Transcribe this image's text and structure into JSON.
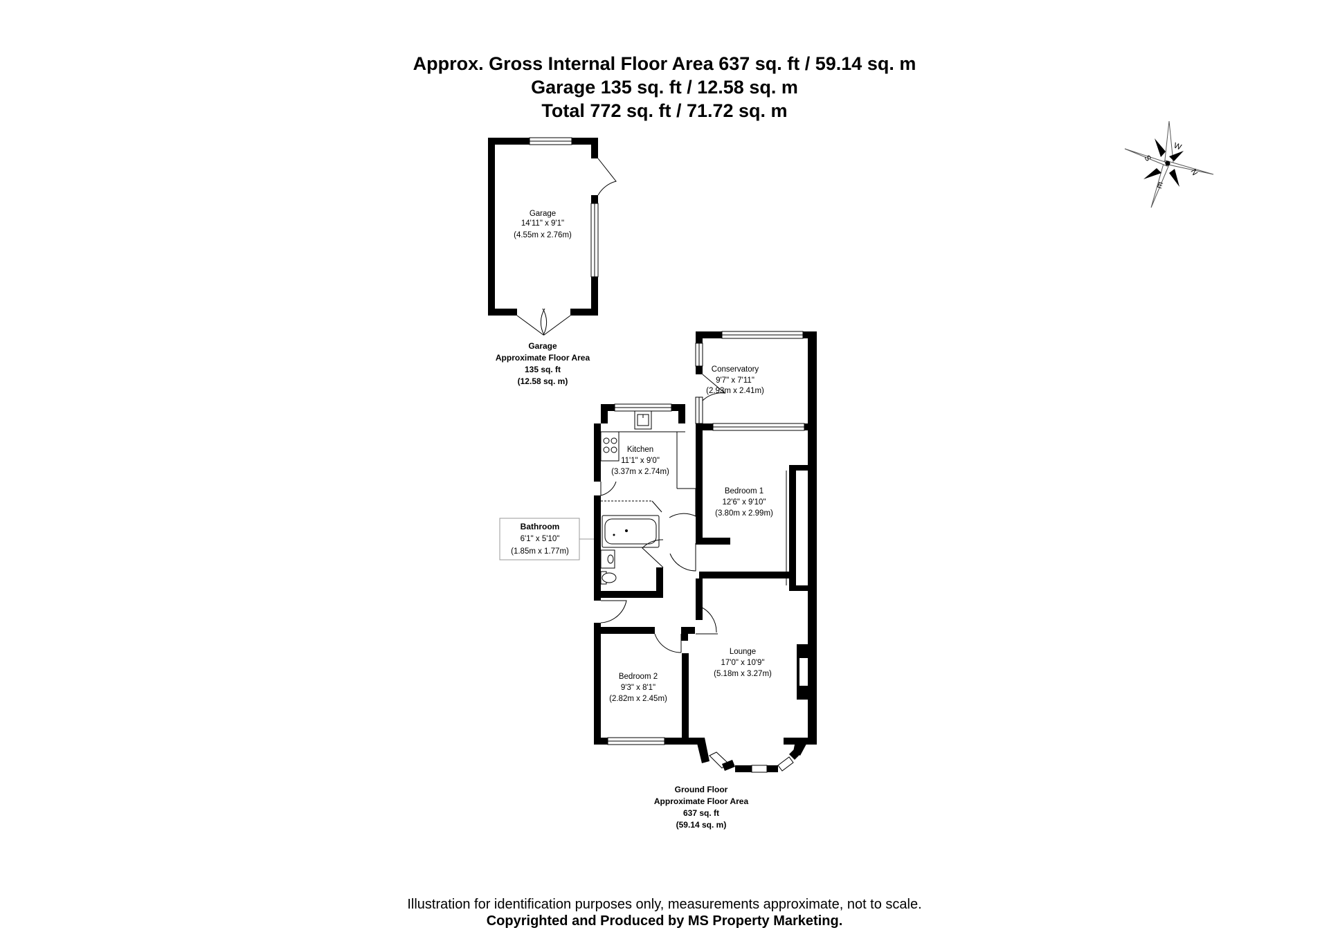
{
  "header": {
    "line1": "Approx. Gross Internal Floor Area 637 sq. ft / 59.14 sq. m",
    "line2": "Garage 135 sq. ft / 12.58 sq. m",
    "line3": "Total 772 sq. ft / 71.72 sq. m"
  },
  "compass": {
    "w": "W",
    "n": "N",
    "s": "S",
    "e": "E"
  },
  "garage": {
    "name": "Garage",
    "size_imperial": "14'11\" x 9'1\"",
    "size_metric": "(4.55m x 2.76m)",
    "area_title": "Garage",
    "area_label": "Approximate Floor Area",
    "area_sqft": "135 sq. ft",
    "area_sqm": "(12.58 sq. m)"
  },
  "rooms": {
    "conservatory": {
      "name": "Conservatory",
      "size_imperial": "9'7\" x 7'11\"",
      "size_metric": "(2.93m x 2.41m)"
    },
    "kitchen": {
      "name": "Kitchen",
      "size_imperial": "11'1\" x 9'0\"",
      "size_metric": "(3.37m x 2.74m)"
    },
    "bedroom1": {
      "name": "Bedroom 1",
      "size_imperial": "12'6\" x 9'10\"",
      "size_metric": "(3.80m x 2.99m)"
    },
    "bathroom": {
      "name": "Bathroom",
      "size_imperial": "6'1\" x 5'10\"",
      "size_metric": "(1.85m x 1.77m)"
    },
    "lounge": {
      "name": "Lounge",
      "size_imperial": "17'0\" x 10'9\"",
      "size_metric": "(5.18m x 3.27m)"
    },
    "bedroom2": {
      "name": "Bedroom 2",
      "size_imperial": "9'3\" x 8'1\"",
      "size_metric": "(2.82m x 2.45m)"
    }
  },
  "ground_floor": {
    "title": "Ground Floor",
    "area_label": "Approximate Floor Area",
    "area_sqft": "637 sq. ft",
    "area_sqm": "(59.14 sq. m)"
  },
  "footer": {
    "disclaimer": "Illustration for identification purposes only, measurements approximate, not to scale.",
    "copyright": "Copyrighted  and Produced by MS Property Marketing."
  }
}
